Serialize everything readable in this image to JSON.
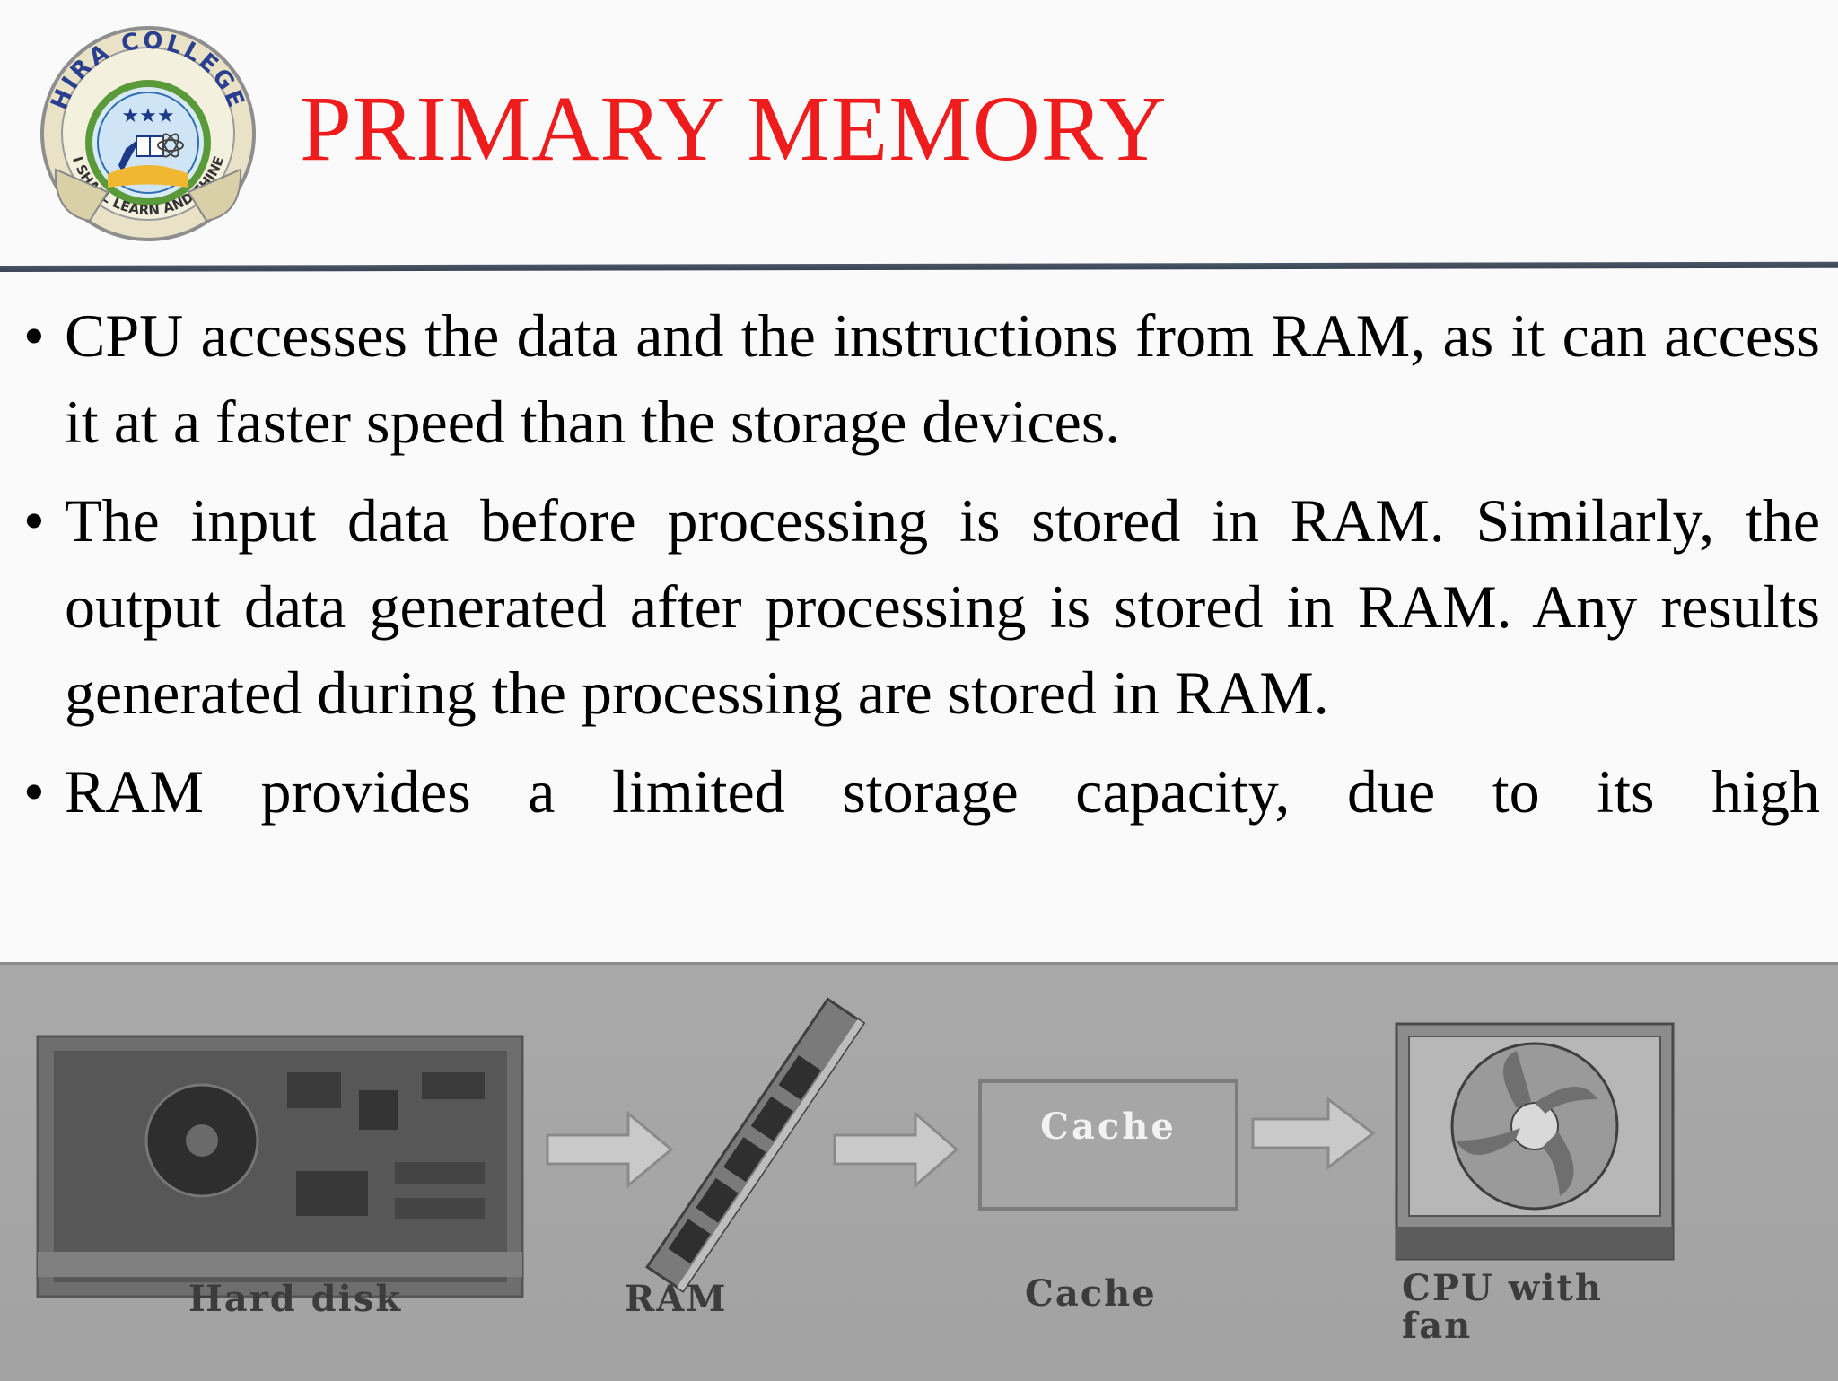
{
  "logo": {
    "college_name": "HIRA COLLEGE",
    "motto": "I SHALL LEARN AND SHINE"
  },
  "slide": {
    "title": "PRIMARY MEMORY",
    "bullet_symbol": "•",
    "bullets": [
      "CPU accesses the data and the instructions from RAM, as it can access it at a faster speed than the storage devices.",
      "The input data before processing is stored in RAM. Similarly, the output data generated after processing is stored in RAM. Any results generated during the processing are stored in RAM.",
      "RAM provides a limited storage capacity, due to its high"
    ]
  },
  "figure": {
    "items": [
      {
        "label": "Hard disk"
      },
      {
        "label": "RAM"
      },
      {
        "label": "Cache",
        "box_text": "Cache"
      },
      {
        "label_line1": "CPU with",
        "label_line2": "fan"
      }
    ]
  },
  "colors": {
    "title": "#ee1c1c",
    "rule": "#3f4a5a",
    "figure_background": "#a6a6a6"
  }
}
